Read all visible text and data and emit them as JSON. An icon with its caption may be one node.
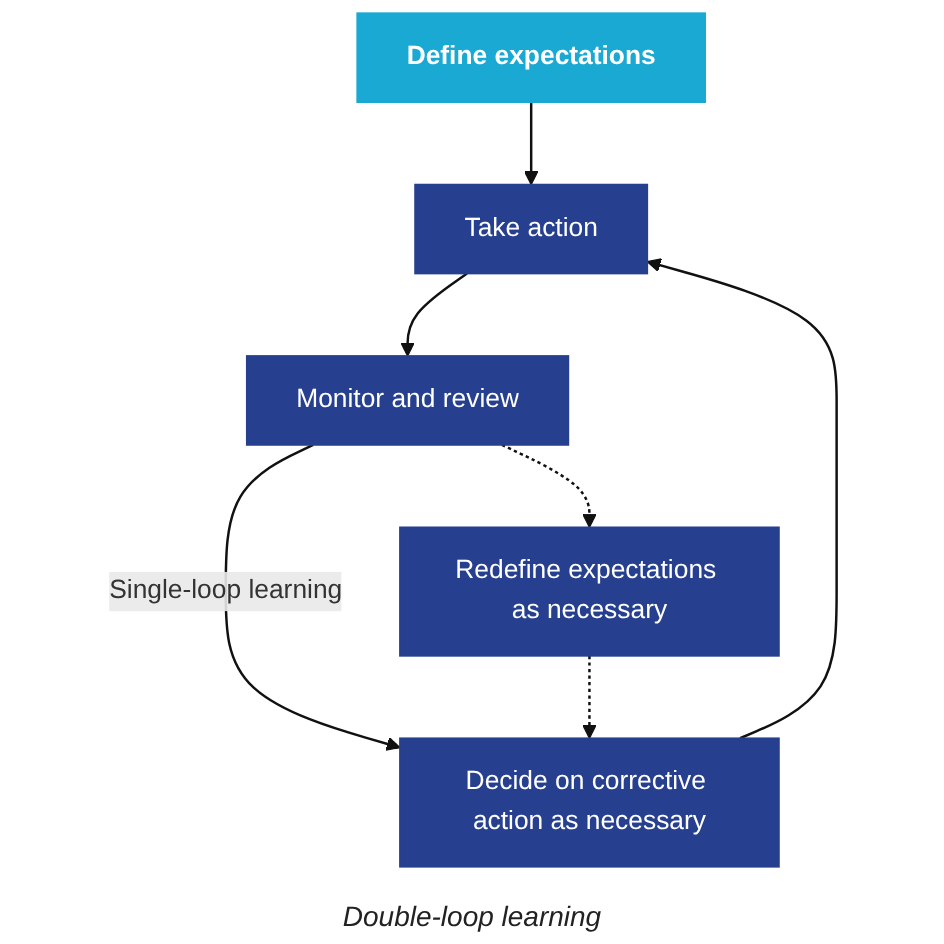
{
  "diagram": {
    "nodes": [
      {
        "text": [
          "Define expectations"
        ]
      },
      {
        "text": [
          "Take action"
        ]
      },
      {
        "text": [
          "Monitor and review"
        ]
      },
      {
        "text": [
          "Decide on corrective action as necessary"
        ]
      },
      {
        "text": [
          "Redefine expectations as necessary"
        ]
      }
    ],
    "edges": [
      {
        "from": 0,
        "to": 1,
        "arrow": "to"
      },
      {
        "from": 1,
        "to": 2,
        "arrow": "to"
      },
      {
        "from": 2,
        "to": 3,
        "arrow": "to",
        "label": "Single-loop learning"
      },
      {
        "from": 3,
        "to": 1,
        "arrow": "to"
      },
      {
        "from": 2,
        "to": 4,
        "arrow": "to",
        "style": "dashed"
      },
      {
        "from": 4,
        "to": 3,
        "arrow": "to",
        "style": "dashed"
      }
    ],
    "labels": [
      "Double-loop learning"
    ]
  }
}
